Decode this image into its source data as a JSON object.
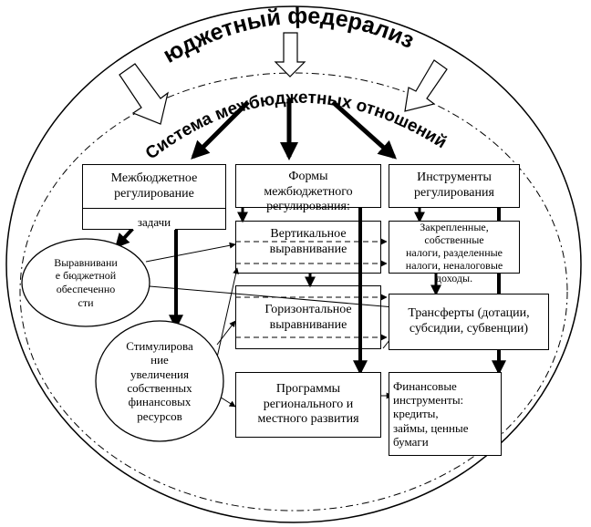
{
  "title_top": "Бюджетный федерализм",
  "title_arc": "Система межбюджетных отношений",
  "columns": {
    "regulation": "Межбюджетное\nрегулирование",
    "forms": "Формы\nмежбюджетного\nрегулирования:",
    "instruments": "Инструменты\nрегулирования"
  },
  "tasks_label": "задачи",
  "forms_items": {
    "vertical": "Вертикальное\nвыравнивание",
    "horizontal": "Горизонтальное\nвыравнивание",
    "programs": "Программы\nрегионального и\nместного развития"
  },
  "instrument_items": {
    "fixed_taxes": "Закрепленные, собственные\nналоги, разделенные\nналоги, неналоговые\nдоходы.",
    "transfers": "Трансферты (дотации,\nсубсидии, субвенции)",
    "financial": "Финансовые\nинструменты:\nкредиты,\nзаймы, ценные\nбумаги"
  },
  "goals": {
    "equalization": "Выравнивани\nе бюджетной\nобеспеченно\nсти",
    "stimulation": "Стимулирова\nние\nувеличения\nсобственных\nфинансовых\nресурсов"
  }
}
